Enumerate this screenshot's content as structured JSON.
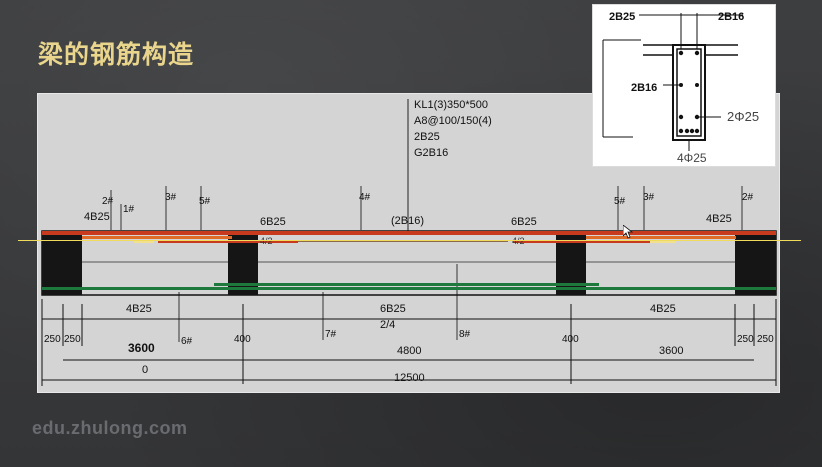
{
  "slide": {
    "title": "梁的钢筋构造",
    "watermark": "edu.zhulong.com"
  },
  "beam": {
    "spec": [
      "KL1(3)350*500",
      "A8@100/150(4)",
      "2B25",
      "G2B16"
    ],
    "top_labels": {
      "left_end": "4B25",
      "left_mid": "6B25",
      "center": "(2B16)",
      "right_mid": "6B25",
      "right_end": "4B25",
      "left_fraction": "4/2",
      "right_fraction": "4/2"
    },
    "bottom_labels": {
      "left": "4B25",
      "center": "6B25",
      "center_fraction": "2/4",
      "right": "4B25"
    },
    "marks": [
      "2#",
      "1#",
      "3#",
      "5#",
      "4#",
      "5#",
      "3#",
      "2#",
      "6#",
      "7#",
      "8#"
    ],
    "dimensions": {
      "row1": [
        "250",
        "250",
        "3600",
        "400",
        "4800",
        "400",
        "3600",
        "250",
        "250"
      ],
      "row2": [
        "0",
        "12500"
      ]
    }
  },
  "section": {
    "labels": [
      "2B25",
      "2B16",
      "2B16",
      "2Φ25",
      "4Φ25"
    ]
  },
  "colors": {
    "title": "#e9d58c",
    "highlight_line": "#f0dc5a",
    "top_bar_red": "#c83a1e",
    "top_bar_orange": "#e06a28",
    "bottom_bar_green": "#1e7a3c",
    "column": "#151515"
  }
}
